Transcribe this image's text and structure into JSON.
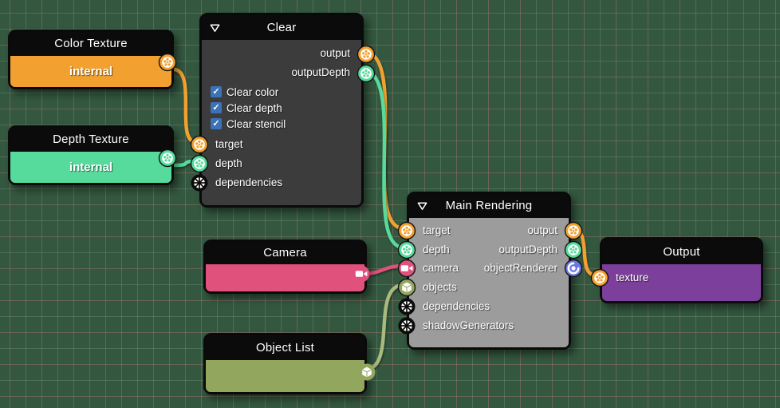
{
  "colors": {
    "canvas_bg": "#33573F",
    "grid_line_pink": "rgba(214,126,126,0.33)",
    "grid_line_green": "rgba(152,178,152,0.27)",
    "texture_orange": "#F2A131",
    "depth_green": "#57DB9C",
    "camera_pink": "#E0517B",
    "objects_olive": "#93A65D",
    "objects_wire": "#A9BA7E",
    "renderer_blue": "#6B78E3",
    "output_purple": "#7C3F9B",
    "node_header": "#0B0B0B",
    "clear_body": "#3C3C3C",
    "main_body": "#9C9C9C",
    "checkbox_blue": "#3B72B8"
  },
  "glyphs": {
    "checkmark": "✓"
  },
  "nodes": {
    "color_texture": {
      "title": "Color Texture",
      "value": "internal"
    },
    "depth_texture": {
      "title": "Depth Texture",
      "value": "internal"
    },
    "clear": {
      "title": "Clear",
      "outputs": [
        {
          "label": "output"
        },
        {
          "label": "outputDepth"
        }
      ],
      "checkboxes": [
        {
          "label": "Clear color",
          "checked": true
        },
        {
          "label": "Clear depth",
          "checked": true
        },
        {
          "label": "Clear stencil",
          "checked": true
        }
      ],
      "inputs": [
        {
          "label": "target"
        },
        {
          "label": "depth"
        },
        {
          "label": "dependencies"
        }
      ]
    },
    "camera": {
      "title": "Camera"
    },
    "object_list": {
      "title": "Object List"
    },
    "main_rendering": {
      "title": "Main Rendering",
      "inputs": [
        {
          "label": "target"
        },
        {
          "label": "depth"
        },
        {
          "label": "camera"
        },
        {
          "label": "objects"
        },
        {
          "label": "dependencies"
        },
        {
          "label": "shadowGenerators"
        }
      ],
      "outputs": [
        {
          "label": "output"
        },
        {
          "label": "outputDepth"
        },
        {
          "label": "objectRenderer"
        }
      ]
    },
    "output": {
      "title": "Output",
      "inputs": [
        {
          "label": "texture"
        }
      ]
    }
  }
}
